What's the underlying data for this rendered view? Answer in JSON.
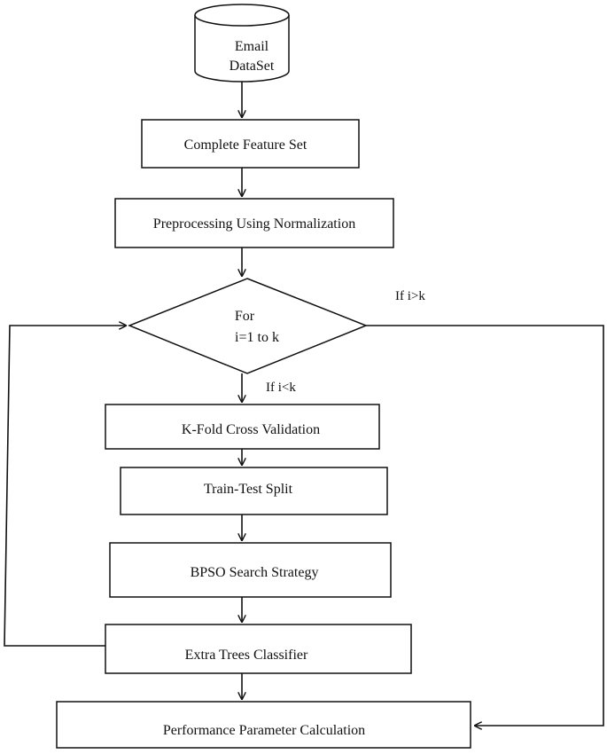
{
  "nodes": {
    "email_dataset": {
      "line1": "Email",
      "line2": "DataSet"
    },
    "complete_feature_set": {
      "label": "Complete Feature Set"
    },
    "preprocessing": {
      "label": "Preprocessing  Using Normalization"
    },
    "for_loop": {
      "line1": "For",
      "line2": "i=1 to k"
    },
    "kfold": {
      "label": "K-Fold Cross Validation"
    },
    "train_test_split": {
      "label": "Train-Test  Split"
    },
    "bpso": {
      "label": "BPSO Search Strategy"
    },
    "extra_trees": {
      "label": "Extra Trees Classifier"
    },
    "performance": {
      "label": "Performance  Parameter  Calculation"
    }
  },
  "conditions": {
    "exit": "If i>k",
    "continue": "If i<k"
  },
  "colors": {
    "stroke": "#111111",
    "background": "#ffffff"
  }
}
